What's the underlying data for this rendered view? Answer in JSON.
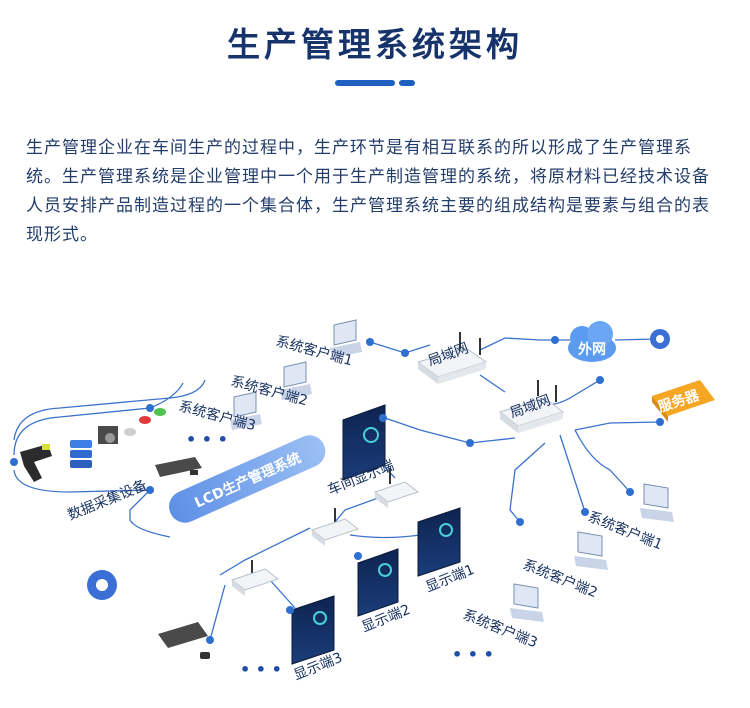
{
  "header": {
    "title": "生产管理系统架构"
  },
  "intro": {
    "text": "生产管理企业在车间生产的过程中，生产环节是有相互联系的所以形成了生产管理系统。生产管理系统是企业管理中一个用于生产制造管理的系统，将原材料已经技术设备人员安排产品制造过程的一个集合体，生产管理系统主要的组成结构是要素与组合的表现形式。"
  },
  "diagram": {
    "lcd_system": "LCD生产管理系统",
    "data_collection": "数据采集设备",
    "workshop_display": "车间显示端",
    "lan_1": "局域网",
    "lan_2": "局域网",
    "internet": "外网",
    "server": "服务器",
    "clients_top": [
      "系统客户端1",
      "系统客户端2",
      "系统客户端3"
    ],
    "clients_right": [
      "系统客户端1",
      "系统客户端2",
      "系统客户端3"
    ],
    "displays": [
      "显示端1",
      "显示端2",
      "显示端3"
    ],
    "colors": {
      "accent": "#2e6fd0",
      "title": "#16336b",
      "server_badge": "#f5a623",
      "internet_cloud": "#5b9bf0",
      "gear": "#3b6fd6"
    }
  }
}
